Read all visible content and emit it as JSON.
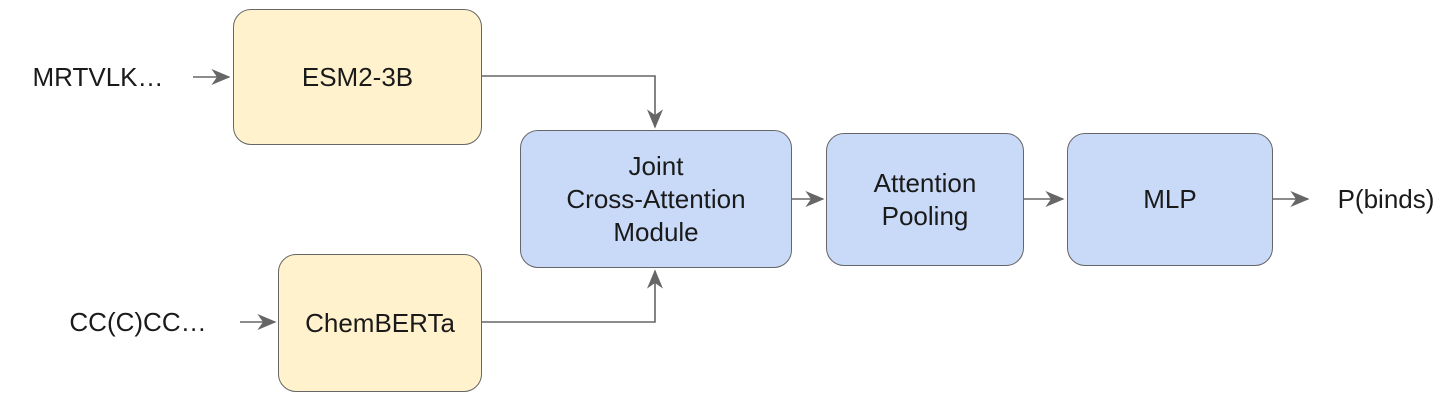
{
  "diagram": {
    "description": "Protein-ligand binding prediction model architecture flow diagram",
    "colors": {
      "encoder_fill": "#fff2cc",
      "module_fill": "#c9daf8",
      "stroke": "#666666",
      "arrow": "#666666",
      "text": "#1a1a1a",
      "background": "#ffffff"
    },
    "inputs": {
      "protein": {
        "label": "MRTVLK…"
      },
      "ligand": {
        "label": "CC(C)CC…"
      }
    },
    "nodes": {
      "esm2": {
        "label": "ESM2-3B"
      },
      "chemberta": {
        "label": "ChemBERTa"
      },
      "joint": {
        "lines": [
          "Joint",
          "Cross-Attention",
          "Module"
        ]
      },
      "attention_pooling": {
        "lines": [
          "Attention",
          "Pooling"
        ]
      },
      "mlp": {
        "label": "MLP"
      }
    },
    "output": {
      "label": "P(binds)"
    }
  }
}
